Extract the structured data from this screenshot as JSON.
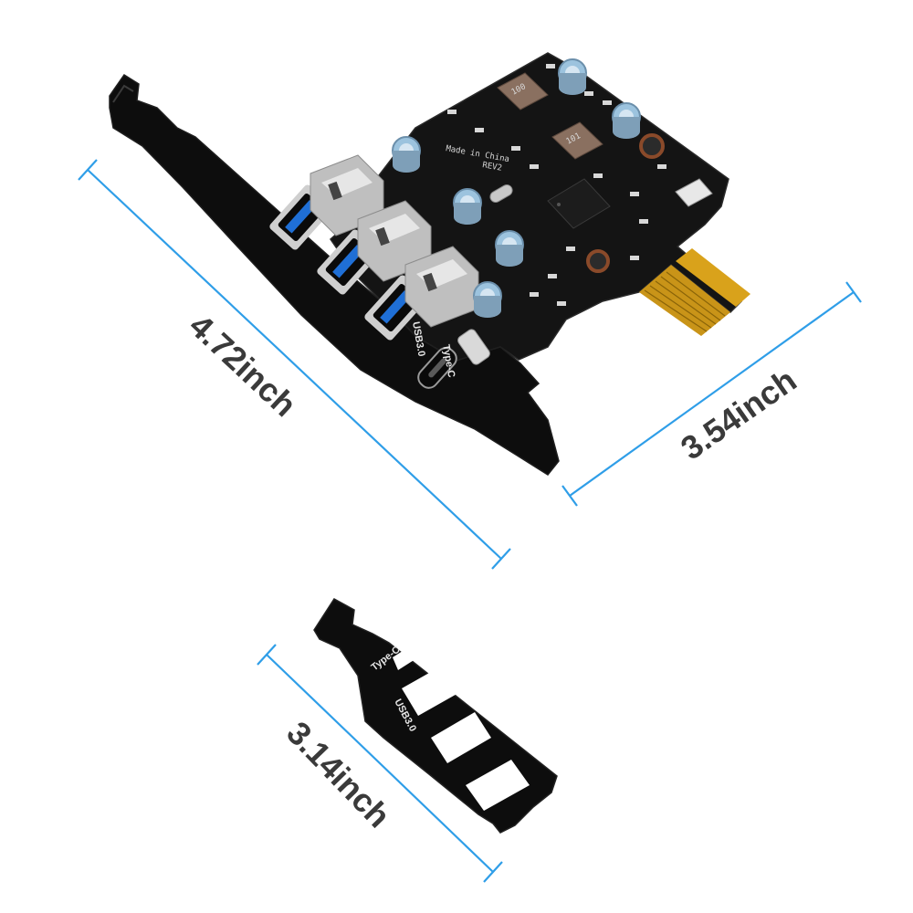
{
  "dimensions": {
    "card_length": "4.72inch",
    "card_height": "3.54inch",
    "low_profile_bracket_length": "3.14inch"
  },
  "board_markings": {
    "made_in": "Made in China",
    "revision": "REV2",
    "inductor_code_a": "100",
    "inductor_code_b": "101"
  },
  "bracket_labels": {
    "usb_c": "Type-C",
    "usb3": "USB3.0"
  },
  "colors": {
    "dimension_line": "#2f9ee8",
    "dimension_text": "#3a3a3a",
    "pcb": "#141414",
    "bracket": "#0d0d0d",
    "usb_port_insert": "#1f6fd6",
    "gold_contacts": "#d9a21b"
  }
}
